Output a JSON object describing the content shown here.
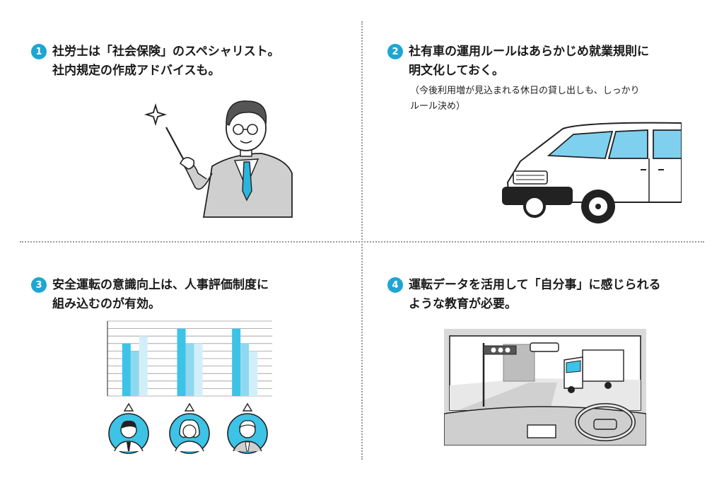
{
  "panels": [
    {
      "number": "1",
      "lines": [
        "社労士は「社会保険」のスペシャリスト。",
        "社内規定の作成アドバイスも。"
      ]
    },
    {
      "number": "2",
      "lines": [
        "社有車の運用ルールはあらかじめ就業規則に",
        "明文化しておく。"
      ],
      "note_lines": [
        "（今後利用増が見込まれる休日の貸し出しも、しっかり",
        "ルール決め）"
      ]
    },
    {
      "number": "3",
      "lines": [
        "安全運転の意識向上は、人事評価制度に",
        "組み込むのが有効。"
      ]
    },
    {
      "number": "4",
      "lines": [
        "運転データを活用して「自分事」に感じられる",
        "ような教育が必要。"
      ]
    }
  ],
  "colors": {
    "accent": "#1ea6d2",
    "bar_dark": "#3cc3e6",
    "bar_mid": "#8fd9f0",
    "bar_light": "#d2eff9"
  },
  "chart_data": {
    "type": "bar",
    "categories": [
      "",
      "",
      ""
    ],
    "series": [
      {
        "values": [
          700,
          900,
          900
        ]
      },
      {
        "values": [
          600,
          700,
          700
        ]
      },
      {
        "values": [
          800,
          700,
          600
        ]
      }
    ],
    "ylim": [
      0,
      1000
    ],
    "grid": true
  }
}
